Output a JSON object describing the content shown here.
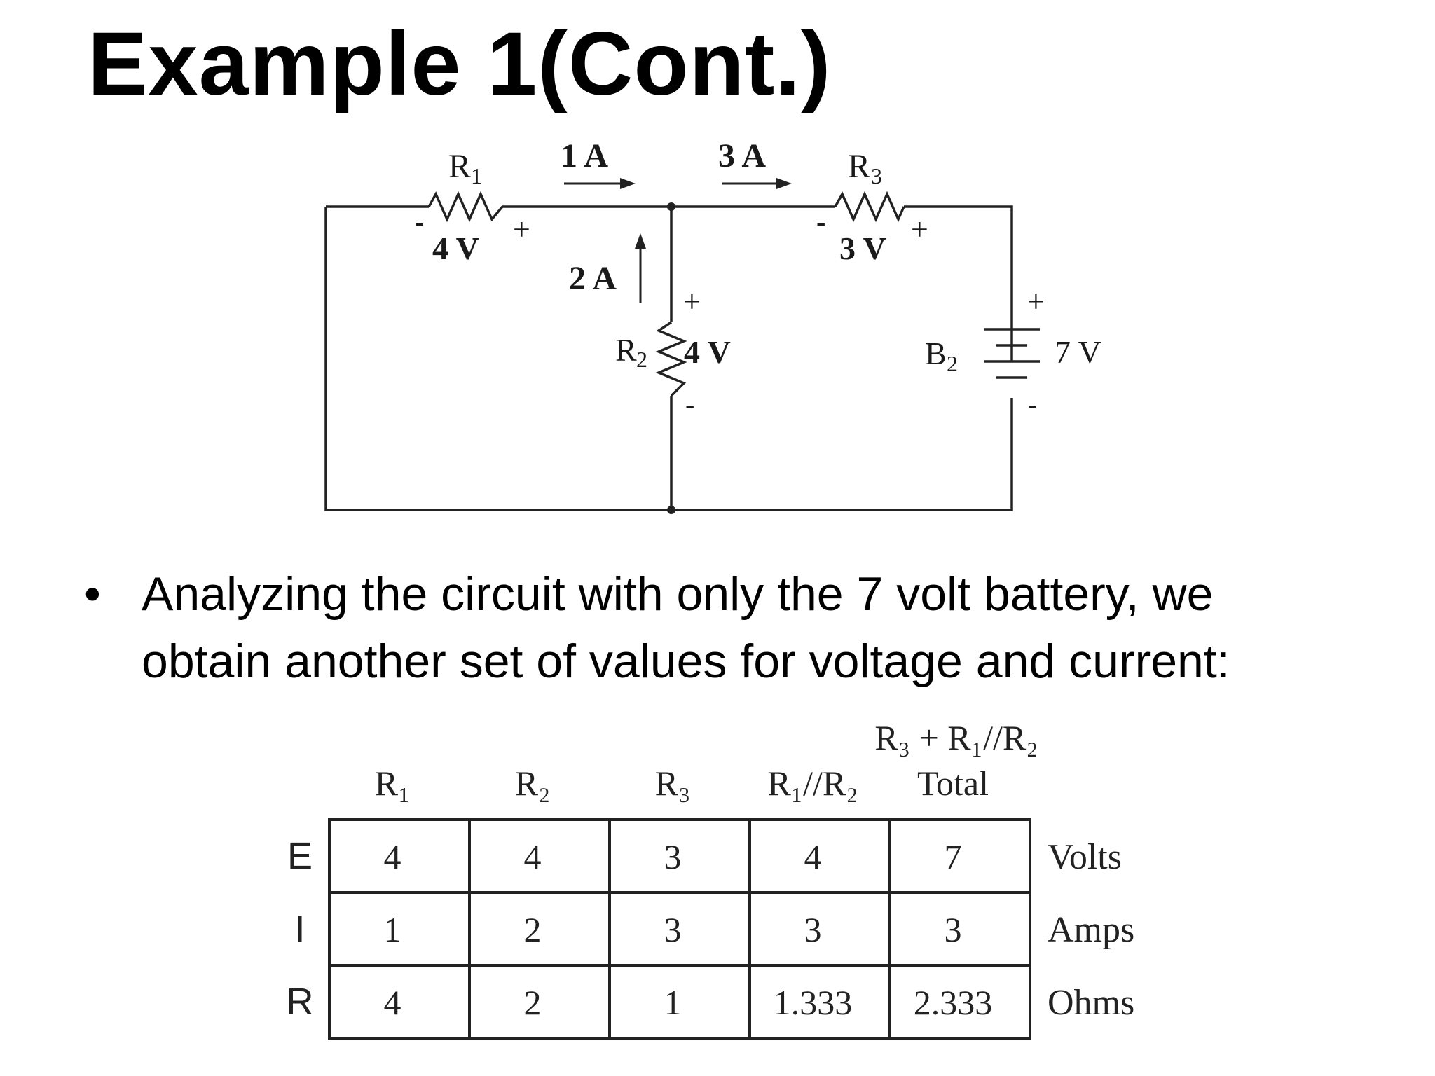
{
  "title": "Example 1(Cont.)",
  "circuit": {
    "r1_label": "R",
    "r1_sub": "1",
    "r1_voltage": "4 V",
    "r1_minus": "-",
    "r1_plus": "+",
    "current_top_left": "1 A",
    "current_top_right": "3 A",
    "r3_label": "R",
    "r3_sub": "3",
    "r3_voltage": "3 V",
    "r3_minus": "-",
    "r3_plus": "+",
    "current_mid": "2 A",
    "r2_label": "R",
    "r2_sub": "2",
    "r2_voltage": "4 V",
    "r2_plus": "+",
    "r2_minus": "-",
    "battery_label": "B",
    "battery_sub": "2",
    "battery_voltage": "7 V",
    "battery_plus": "+",
    "battery_minus": "-"
  },
  "bullet": {
    "symbol": "•",
    "line1": "Analyzing the circuit with only the 7 volt battery, we",
    "line2": "obtain another set of values for voltage and current:"
  },
  "table": {
    "top_header": "R₃ + R₁//R₂",
    "columns": [
      "R₁",
      "R₂",
      "R₃",
      "R₁//R₂",
      "Total"
    ],
    "rows": [
      {
        "label": "E",
        "values": [
          "4",
          "4",
          "3",
          "4",
          "7"
        ],
        "unit": "Volts"
      },
      {
        "label": "I",
        "values": [
          "1",
          "2",
          "3",
          "3",
          "3"
        ],
        "unit": "Amps"
      },
      {
        "label": "R",
        "values": [
          "4",
          "2",
          "1",
          "1.333",
          "2.333"
        ],
        "unit": "Ohms"
      }
    ]
  }
}
